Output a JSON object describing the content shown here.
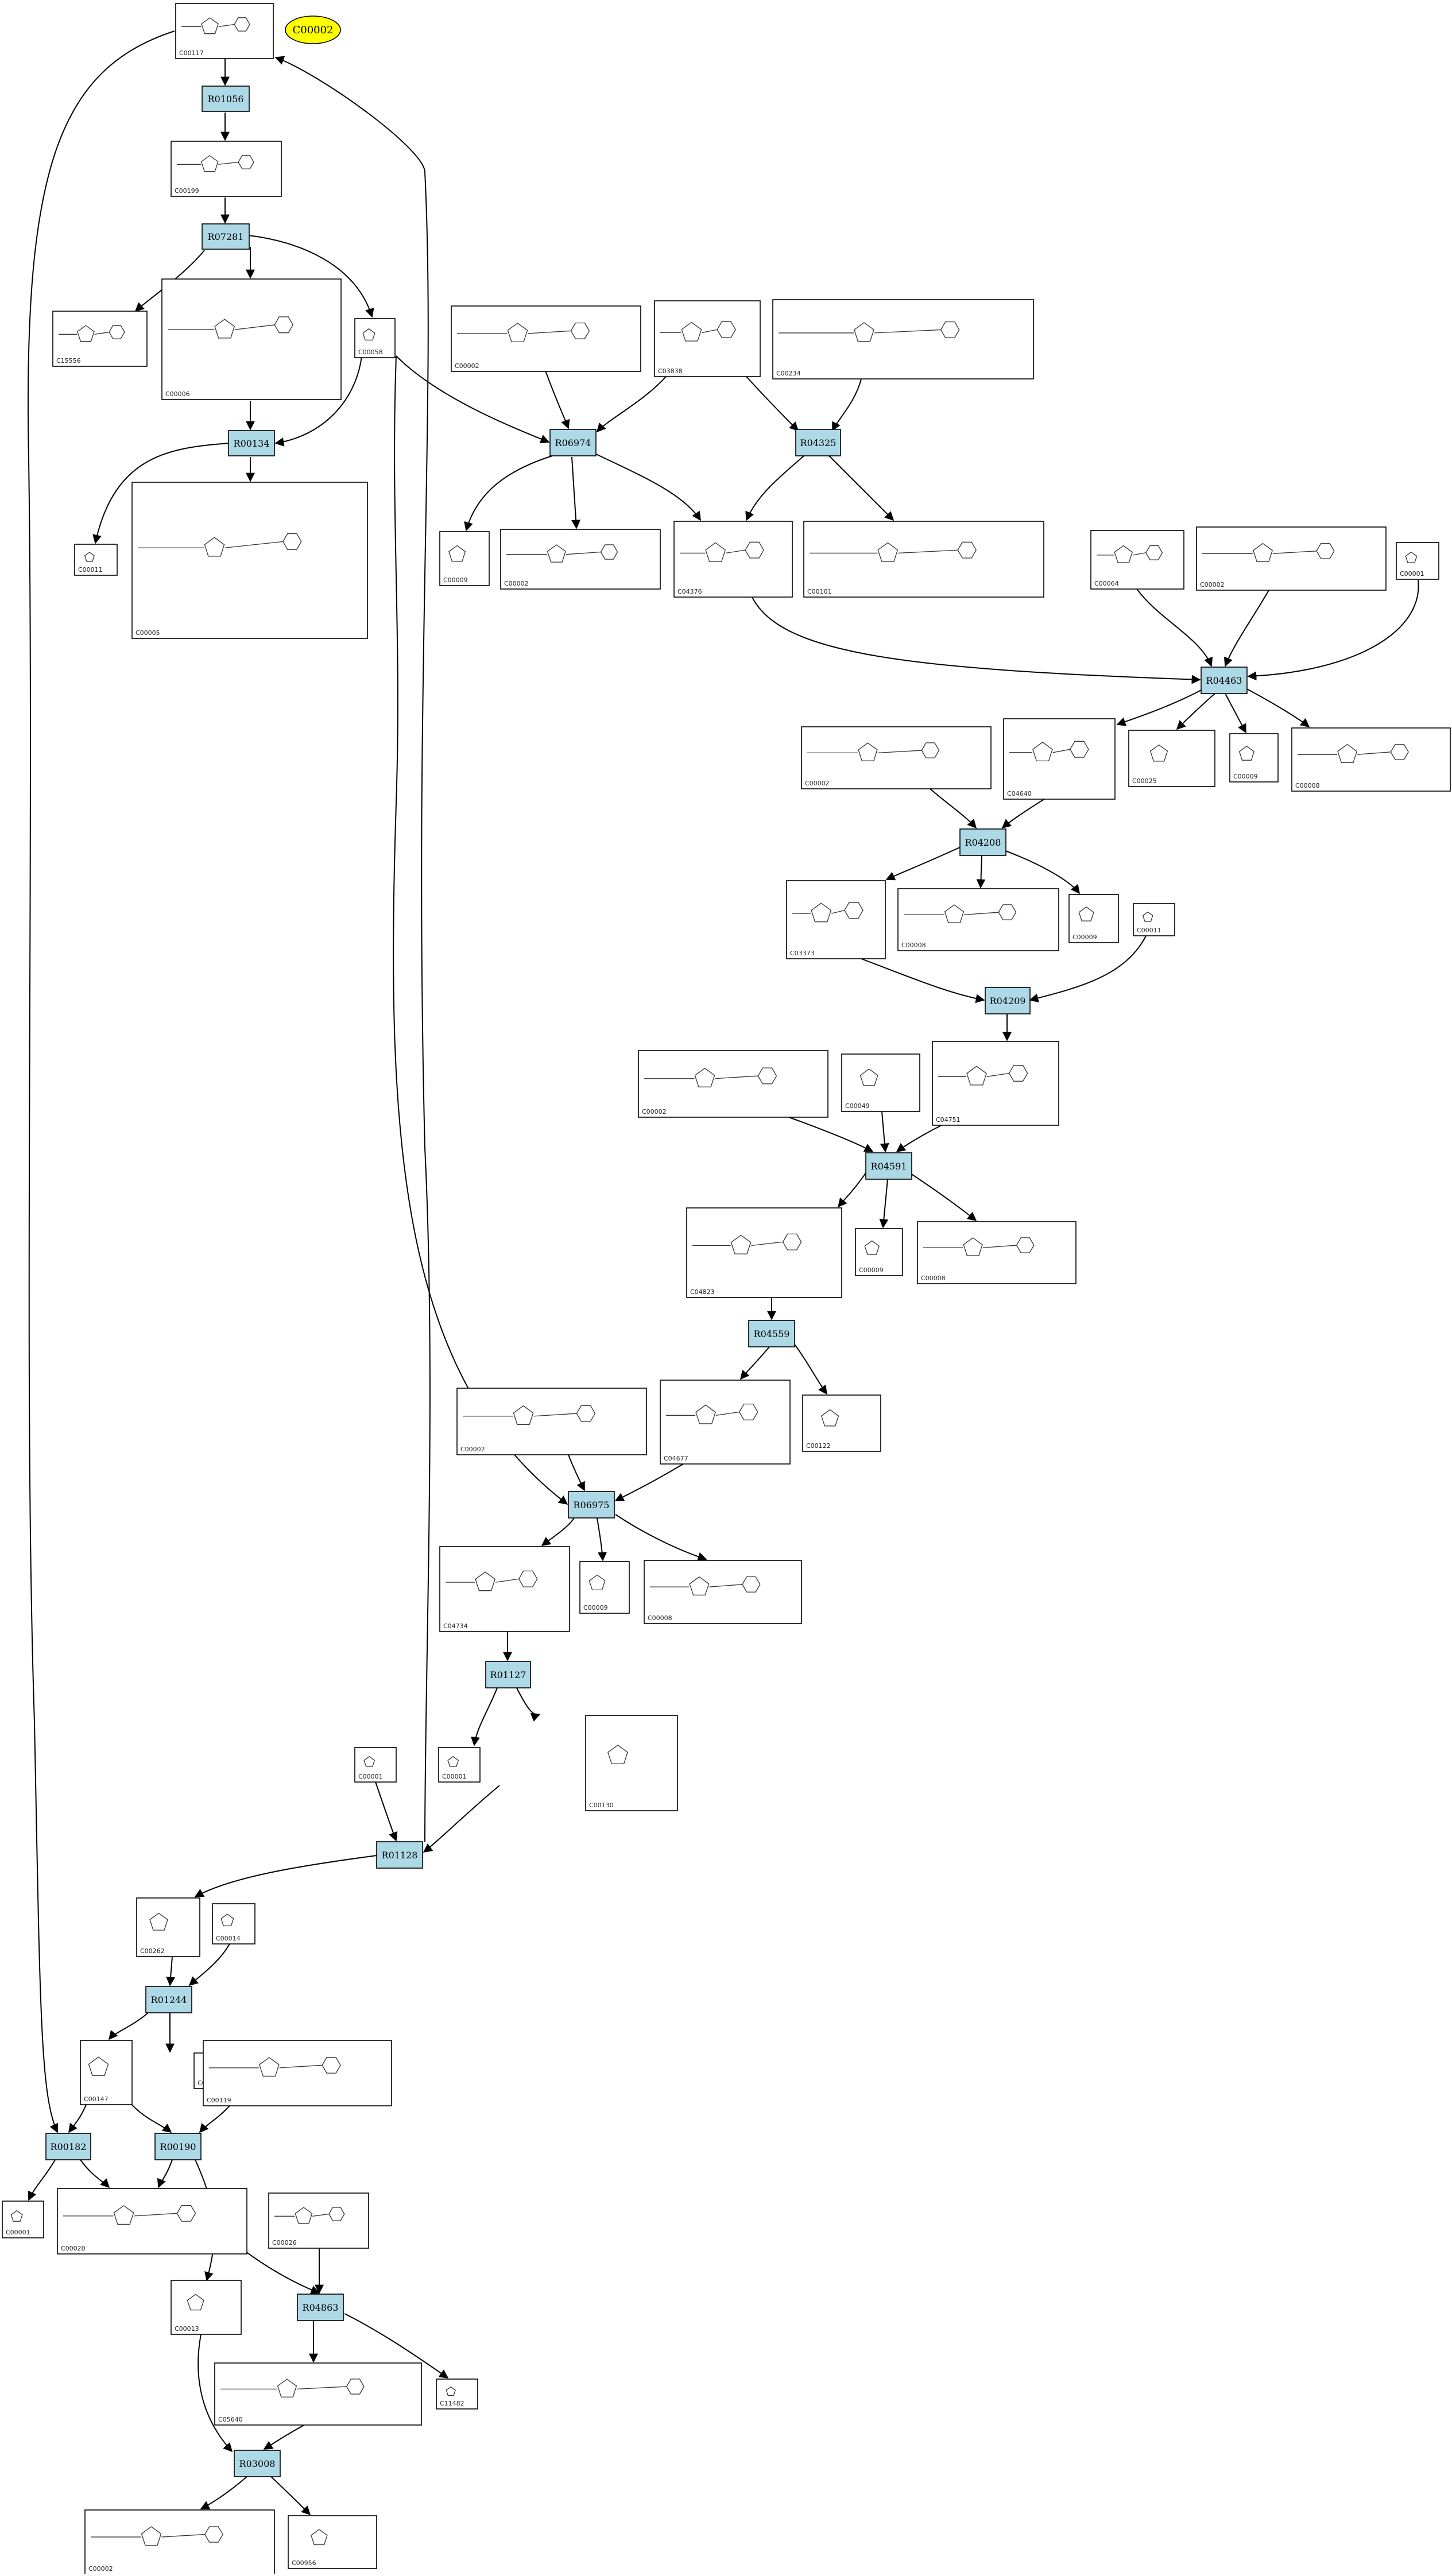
{
  "start_node": {
    "label": "C00002",
    "color": "#ffff00"
  },
  "colors": {
    "reaction_fill": "#add8e6",
    "compound_fill": "#ffffff",
    "edge": "#000000"
  },
  "reactions": [
    "R01056",
    "R07281",
    "R00134",
    "R06974",
    "R04325",
    "R04463",
    "R04208",
    "R04209",
    "R04591",
    "R04559",
    "R06975",
    "R01127",
    "R01128",
    "R01244",
    "R00182",
    "R00190",
    "R04863",
    "R03008"
  ],
  "compounds": [
    "C00117",
    "C00199",
    "C15556",
    "C00006",
    "C00058",
    "C00002",
    "C03838",
    "C00234",
    "C00005",
    "C00011",
    "C00009",
    "C00002",
    "C04376",
    "C00101",
    "C00064",
    "C00002",
    "C00001",
    "C00002",
    "C04640",
    "C00025",
    "C00009",
    "C00008",
    "C03373",
    "C00008",
    "C00009",
    "C00011",
    "C00002",
    "C00049",
    "C04751",
    "C04823",
    "C00009",
    "C00008",
    "C00002",
    "C04677",
    "C00122",
    "C04734",
    "C00009",
    "C00008",
    "C00001",
    "C00001",
    "C00130",
    "C00262",
    "C00014",
    "C00147",
    "C00001",
    "C00119",
    "C00001",
    "C00020",
    "C00026",
    "C00013",
    "C05640",
    "C11482",
    "C00002",
    "C00956"
  ]
}
